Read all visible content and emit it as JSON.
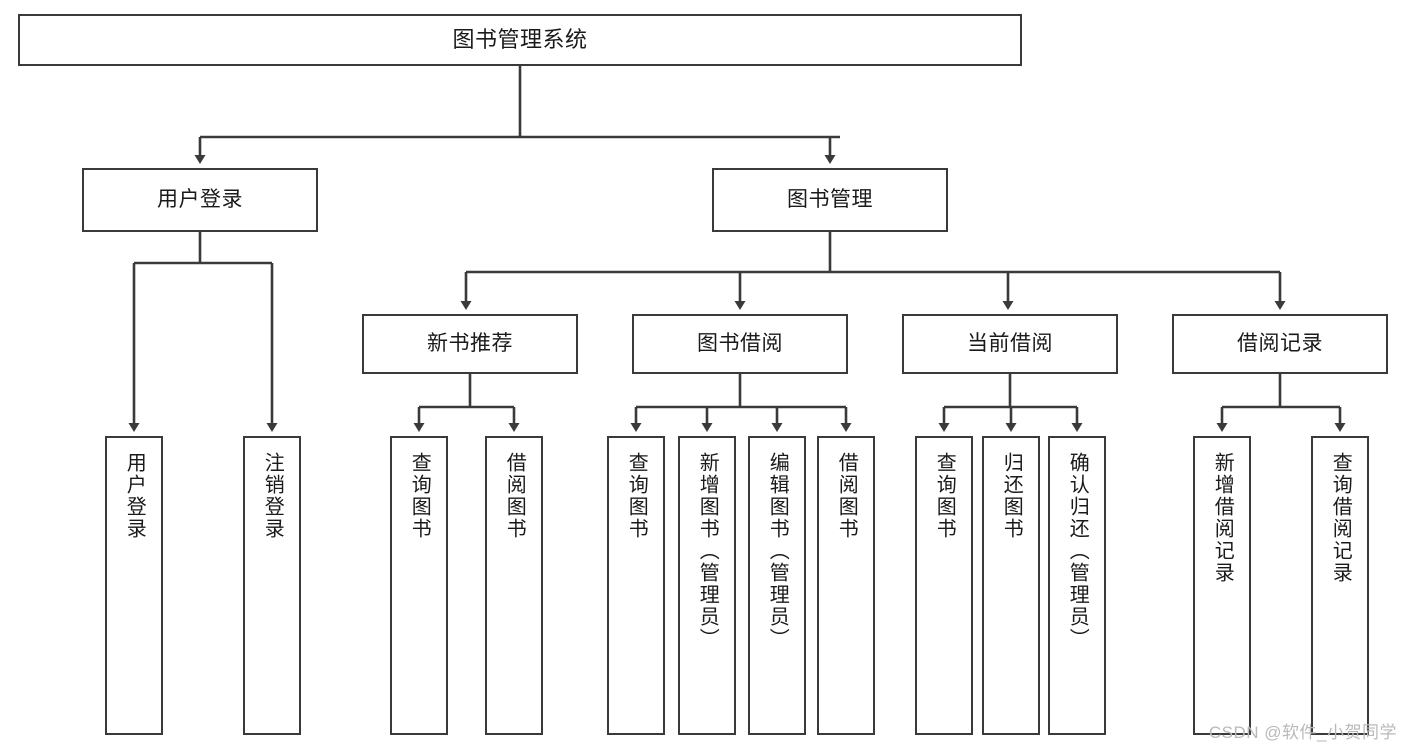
{
  "diagram": {
    "type": "tree-hierarchy",
    "title": "图书管理系统",
    "watermark": "CSDN @软件_小贺同学",
    "colors": {
      "box_border": "#3a3a3a",
      "box_fill": "#ffffff",
      "edge": "#3a3a3a",
      "text": "#1a1a1a",
      "watermark": "#b9b9b9"
    },
    "nodes": {
      "root": {
        "label": "图书管理系统",
        "level": 1
      },
      "level2": [
        {
          "id": "user-login",
          "label": "用户登录"
        },
        {
          "id": "book-manage",
          "label": "图书管理"
        }
      ],
      "level3": [
        {
          "id": "new-book-recommend",
          "label": "新书推荐"
        },
        {
          "id": "book-borrow",
          "label": "图书借阅"
        },
        {
          "id": "current-borrow",
          "label": "当前借阅"
        },
        {
          "id": "borrow-record",
          "label": "借阅记录"
        }
      ],
      "leaves": {
        "user-login": [
          {
            "id": "leaf-user-login",
            "label": "用户登录"
          },
          {
            "id": "leaf-logout",
            "label": "注销登录"
          }
        ],
        "new-book-recommend": [
          {
            "id": "leaf-query-book-1",
            "label": "查询图书"
          },
          {
            "id": "leaf-borrow-book-1",
            "label": "借阅图书"
          }
        ],
        "book-borrow": [
          {
            "id": "leaf-query-book-2",
            "label": "查询图书"
          },
          {
            "id": "leaf-add-book",
            "label": "新增图书（管理员）"
          },
          {
            "id": "leaf-edit-book",
            "label": "编辑图书（管理员）"
          },
          {
            "id": "leaf-borrow-book-2",
            "label": "借阅图书"
          }
        ],
        "current-borrow": [
          {
            "id": "leaf-query-book-3",
            "label": "查询图书"
          },
          {
            "id": "leaf-return-book",
            "label": "归还图书"
          },
          {
            "id": "leaf-confirm-return",
            "label": "确认归还（管理员）"
          }
        ],
        "borrow-record": [
          {
            "id": "leaf-add-record",
            "label": "新增借阅记录"
          },
          {
            "id": "leaf-query-record",
            "label": "查询借阅记录"
          }
        ]
      }
    }
  }
}
